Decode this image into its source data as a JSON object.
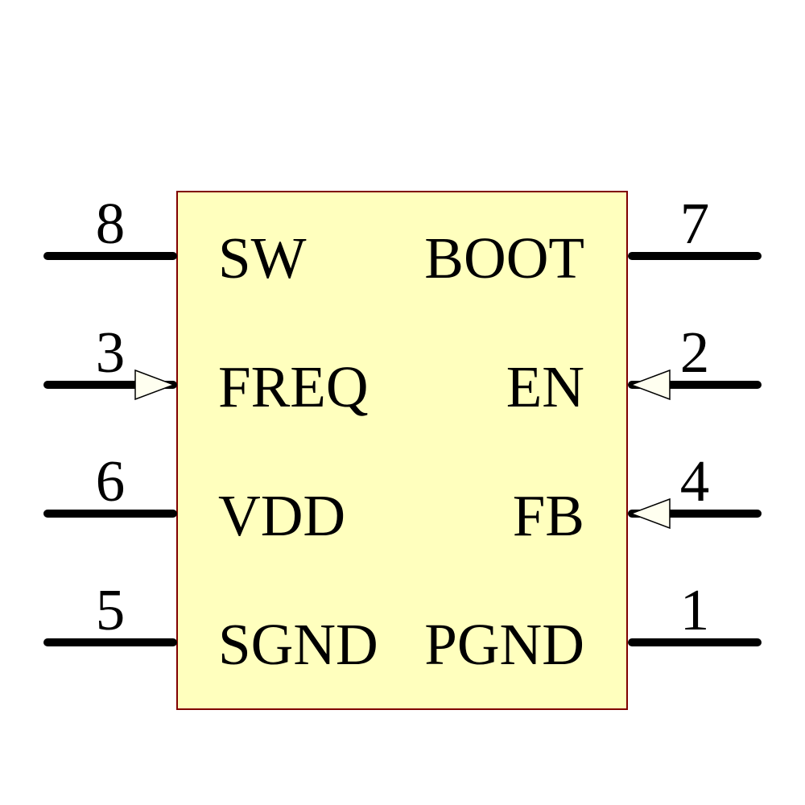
{
  "figure": {
    "type": "schematic-symbol",
    "description": "8-pin IC schematic symbol with input arrows on FREQ, EN and FB",
    "body_fill": "#FFFFBE",
    "body_border_color": "#800000",
    "pin_line_color": "#000000",
    "arrow_fill": "#FFFFF0",
    "arrow_stroke": "#000000",
    "text_color": "#000000"
  },
  "pins": {
    "left": [
      {
        "number": "8",
        "name": "SW"
      },
      {
        "number": "3",
        "name": "FREQ",
        "arrow": "input"
      },
      {
        "number": "6",
        "name": "VDD"
      },
      {
        "number": "5",
        "name": "SGND"
      }
    ],
    "right": [
      {
        "number": "7",
        "name": "BOOT"
      },
      {
        "number": "2",
        "name": "EN",
        "arrow": "input"
      },
      {
        "number": "4",
        "name": "FB",
        "arrow": "input"
      },
      {
        "number": "1",
        "name": "PGND"
      }
    ]
  }
}
